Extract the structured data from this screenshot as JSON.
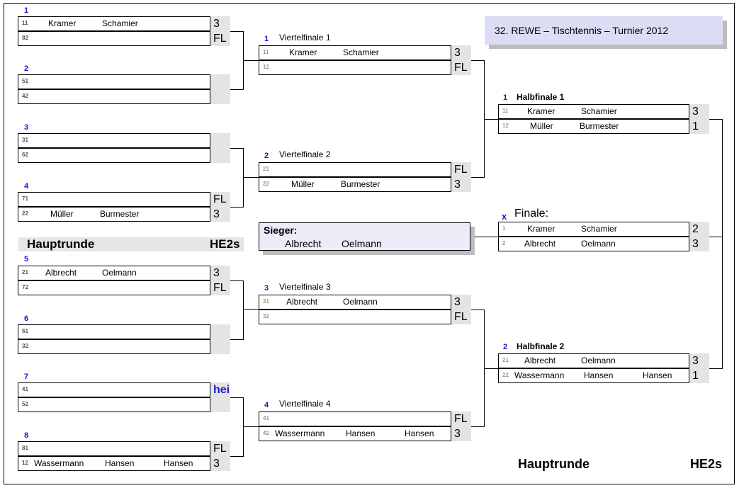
{
  "title": "32.  REWE – Tischtennis – Turnier  2012",
  "hauptrunde": "Hauptrunde",
  "he2s": "HE2s",
  "sieger": {
    "label": "Sieger:",
    "p1": "Albrecht",
    "p2": "Oelmann"
  },
  "round1": [
    {
      "num": "1",
      "a": {
        "seed": "11",
        "p1": "Kramer",
        "p2": "Schamier",
        "score": "3"
      },
      "b": {
        "seed": "82",
        "p1": "",
        "p2": "",
        "score": "FL"
      }
    },
    {
      "num": "2",
      "a": {
        "seed": "51",
        "p1": "",
        "p2": "",
        "score": ""
      },
      "b": {
        "seed": "42",
        "p1": "",
        "p2": "",
        "score": ""
      }
    },
    {
      "num": "3",
      "a": {
        "seed": "31",
        "p1": "",
        "p2": "",
        "score": ""
      },
      "b": {
        "seed": "62",
        "p1": "",
        "p2": "",
        "score": ""
      }
    },
    {
      "num": "4",
      "a": {
        "seed": "71",
        "p1": "",
        "p2": "",
        "score": "FL"
      },
      "b": {
        "seed": "22",
        "p1": "Müller",
        "p2": "Burmester",
        "score": "3"
      }
    },
    {
      "num": "5",
      "a": {
        "seed": "21",
        "p1": "Albrecht",
        "p2": "Oelmann",
        "score": "3"
      },
      "b": {
        "seed": "72",
        "p1": "",
        "p2": "",
        "score": "FL"
      }
    },
    {
      "num": "6",
      "a": {
        "seed": "61",
        "p1": "",
        "p2": "",
        "score": ""
      },
      "b": {
        "seed": "32",
        "p1": "",
        "p2": "",
        "score": ""
      }
    },
    {
      "num": "7",
      "a": {
        "seed": "41",
        "p1": "",
        "p2": "",
        "score": "hei"
      },
      "b": {
        "seed": "52",
        "p1": "",
        "p2": "",
        "score": ""
      }
    },
    {
      "num": "8",
      "a": {
        "seed": "81",
        "p1": "",
        "p2": "",
        "score": "FL"
      },
      "b": {
        "seed": "12",
        "p1": "Wassermann",
        "p2": "Hansen",
        "p3": "Hansen",
        "score": "3"
      }
    }
  ],
  "quarter": [
    {
      "num": "1",
      "label": "Viertelfinale  1",
      "a": {
        "seed": "11",
        "p1": "Kramer",
        "p2": "Schamier",
        "score": "3"
      },
      "b": {
        "seed": "12",
        "p1": "",
        "p2": "",
        "score": "FL"
      }
    },
    {
      "num": "2",
      "label": "Viertelfinale  2",
      "a": {
        "seed": "21",
        "p1": "",
        "p2": "",
        "score": "FL"
      },
      "b": {
        "seed": "22",
        "p1": "Müller",
        "p2": "Burmester",
        "score": "3"
      }
    },
    {
      "num": "3",
      "label": "Viertelfinale  3",
      "a": {
        "seed": "31",
        "p1": "Albrecht",
        "p2": "Oelmann",
        "score": "3"
      },
      "b": {
        "seed": "32",
        "p1": "",
        "p2": "",
        "score": "FL"
      }
    },
    {
      "num": "4",
      "label": "Viertelfinale  4",
      "a": {
        "seed": "41",
        "p1": "",
        "p2": "",
        "score": "FL"
      },
      "b": {
        "seed": "42",
        "p1": "Wassermann",
        "p2": "Hansen",
        "p3": "Hansen",
        "score": "3"
      }
    }
  ],
  "semi": [
    {
      "num": "1",
      "label": "Halbfinale 1",
      "a": {
        "seed": "11",
        "p1": "Kramer",
        "p2": "Schamier",
        "score": "3"
      },
      "b": {
        "seed": "12",
        "p1": "Müller",
        "p2": "Burmester",
        "score": "1"
      }
    },
    {
      "num": "2",
      "label": "Halbfinale 2",
      "a": {
        "seed": "21",
        "p1": "Albrecht",
        "p2": "Oelmann",
        "score": "3"
      },
      "b": {
        "seed": "22",
        "p1": "Wassermann",
        "p2": "Hansen",
        "p3": "Hansen",
        "score": "1"
      }
    }
  ],
  "final": {
    "num": "x",
    "label": "Finale:",
    "a": {
      "seed": "1",
      "p1": "Kramer",
      "p2": "Schamier",
      "score": "2"
    },
    "b": {
      "seed": "2",
      "p1": "Albrecht",
      "p2": "Oelmann",
      "score": "3"
    }
  }
}
